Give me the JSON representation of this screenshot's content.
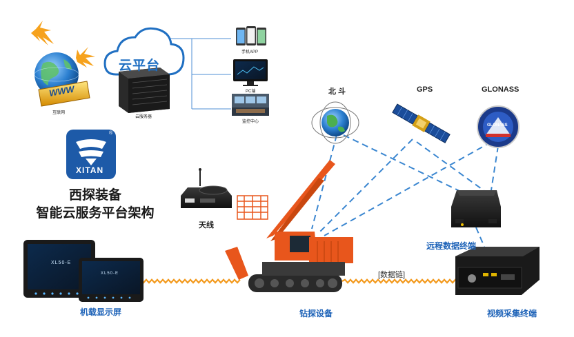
{
  "cloud": {
    "label": "云平台"
  },
  "internet": {
    "caption": "互联网",
    "www": "WWW"
  },
  "server": {
    "caption": "云服务器"
  },
  "clients": [
    {
      "caption": "手机APP"
    },
    {
      "caption": "PC端"
    },
    {
      "caption": "监控中心"
    }
  ],
  "brand": {
    "logo_text": "XITAN",
    "registered_mark": "®",
    "title_line1": "西探装备",
    "title_line2": "智能云服务平台架构"
  },
  "satellites": {
    "beidou": "北 斗",
    "gps": "GPS",
    "glonass": "GLONASS",
    "glonass_badge": "GLONASS"
  },
  "devices": {
    "antenna": "天线",
    "remote_terminal": "远程数据终端",
    "video_terminal": "视频采集终端",
    "drill_rig": "钻探设备",
    "onboard_display": "机载显示屏",
    "data_link": "[数据链]",
    "screen_model": "XL50-E"
  },
  "colors": {
    "accent_blue": "#1e63b8",
    "dash_blue": "#3a86d0",
    "zigzag_orange": "#f39a1e",
    "rig_orange": "#e8561c",
    "logo_blue": "#1d5aa8"
  }
}
